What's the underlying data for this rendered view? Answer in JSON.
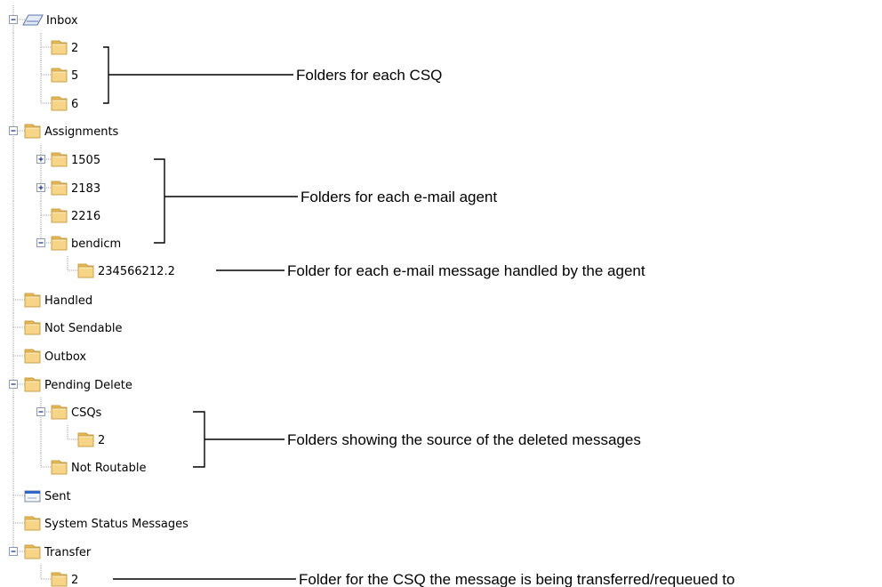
{
  "tree": [
    {
      "label": "Inbox",
      "icon": "inbox-icon",
      "toggle": "collapse"
    },
    {
      "label": "2",
      "icon": "folder-icon"
    },
    {
      "label": "5",
      "icon": "folder-icon"
    },
    {
      "label": "6",
      "icon": "folder-icon"
    },
    {
      "label": "Assignments",
      "icon": "folder-icon",
      "toggle": "collapse"
    },
    {
      "label": "1505",
      "icon": "folder-icon",
      "toggle": "expand"
    },
    {
      "label": "2183",
      "icon": "folder-icon",
      "toggle": "expand"
    },
    {
      "label": "2216",
      "icon": "folder-icon"
    },
    {
      "label": "bendicm",
      "icon": "folder-icon",
      "toggle": "collapse"
    },
    {
      "label": "234566212.2",
      "icon": "folder-icon"
    },
    {
      "label": "Handled",
      "icon": "folder-icon"
    },
    {
      "label": "Not Sendable",
      "icon": "folder-icon"
    },
    {
      "label": "Outbox",
      "icon": "folder-icon"
    },
    {
      "label": "Pending Delete",
      "icon": "folder-icon",
      "toggle": "collapse"
    },
    {
      "label": "CSQs",
      "icon": "folder-icon",
      "toggle": "collapse"
    },
    {
      "label": "2",
      "icon": "folder-icon"
    },
    {
      "label": "Not Routable",
      "icon": "folder-icon"
    },
    {
      "label": "Sent",
      "icon": "sent-icon"
    },
    {
      "label": "System Status Messages",
      "icon": "folder-icon"
    },
    {
      "label": "Transfer",
      "icon": "folder-icon",
      "toggle": "collapse"
    },
    {
      "label": "2",
      "icon": "folder-icon"
    }
  ],
  "annotations": [
    {
      "text": "Folders for each CSQ"
    },
    {
      "text": "Folders for each e-mail agent"
    },
    {
      "text": "Folder for each e-mail message handled by the agent"
    },
    {
      "text": "Folders showing the source of the deleted messages"
    },
    {
      "text": "Folder for the CSQ the message is being transferred/requeued to"
    }
  ],
  "colors": {
    "folder_fill": "#f6d589",
    "folder_edge": "#c9a04a",
    "folder_tab": "#e8b94f",
    "inbox_fill": "#e4ebf7",
    "inbox_edge": "#5a74a8",
    "sent_accent": "#2f64c8"
  }
}
